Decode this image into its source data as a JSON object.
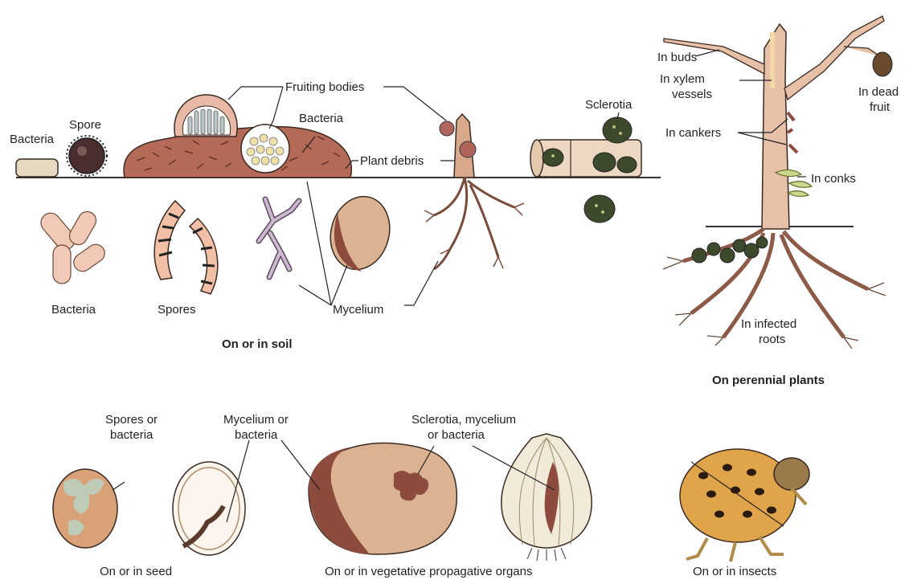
{
  "labels": {
    "bacteria_top": "Bacteria",
    "spore": "Spore",
    "fruiting_bodies": "Fruiting bodies",
    "bacteria_mound": "Bacteria",
    "plant_debris": "Plant debris",
    "sclerotia": "Sclerotia",
    "bacteria_soil": "Bacteria",
    "spores_soil": "Spores",
    "mycelium": "Mycelium",
    "in_buds": "In buds",
    "in_xylem_1": "In xylem",
    "in_xylem_2": "vessels",
    "in_dead_1": "In dead",
    "in_dead_2": "fruit",
    "in_cankers": "In cankers",
    "in_conks": "In conks",
    "in_infected_1": "In infected",
    "in_infected_2": "roots",
    "spores_or_1": "Spores or",
    "spores_or_2": "bacteria",
    "mycelium_or_1": "Mycelium or",
    "mycelium_or_2": "bacteria",
    "sclerotia_myc_1": "Sclerotia, mycelium",
    "sclerotia_myc_2": "or bacteria"
  },
  "captions": {
    "soil": "On or in soil",
    "perennial": "On perennial plants",
    "seed": "On or in seed",
    "vegetative": "On or in vegetative propagative organs",
    "insects": "On or in insects"
  },
  "colors": {
    "soil": "#b36b5a",
    "bark": "#d9a98c",
    "bacteria": "#f2c9b6",
    "mycelium": "#c9b3c9",
    "sclerotia": "#3d4a2c",
    "beetle": "#e0a54a",
    "potato": "#dcb392",
    "lesion": "#8c4b3c"
  }
}
